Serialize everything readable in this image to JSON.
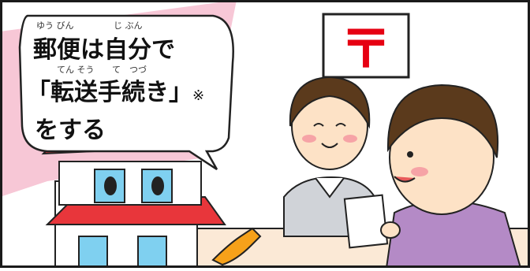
{
  "colors": {
    "pink_bg": "#f7c7d6",
    "frame": "#1a1a1a",
    "roof_red": "#e8363b",
    "post_sign_red": "#e60012",
    "hand_orange": "#f6a11a",
    "counter": "#fbe9d6",
    "clerk_shirt": "#d0d3d8",
    "customer_shirt": "#b48ac6",
    "skin": "#fde2c6",
    "hair": "#5b3a1c"
  },
  "icons": {
    "post_office_mark": "japan-post-mark-icon",
    "house_character": "house-character-icon",
    "clerk": "female-clerk-icon",
    "customer": "male-customer-icon"
  },
  "caption": {
    "line1_text": "郵便は自分で",
    "line2_text": "「転送手続き」",
    "line2_mark": "※",
    "line3_text": "をする",
    "ruby_yuubin": "ゆう びん",
    "ruby_jibun": "じ ぶん",
    "ruby_tensou": "てん そう",
    "ruby_tetsuzuki": "て　つづ"
  },
  "sign": {
    "post_mark_glyph": "〒"
  }
}
